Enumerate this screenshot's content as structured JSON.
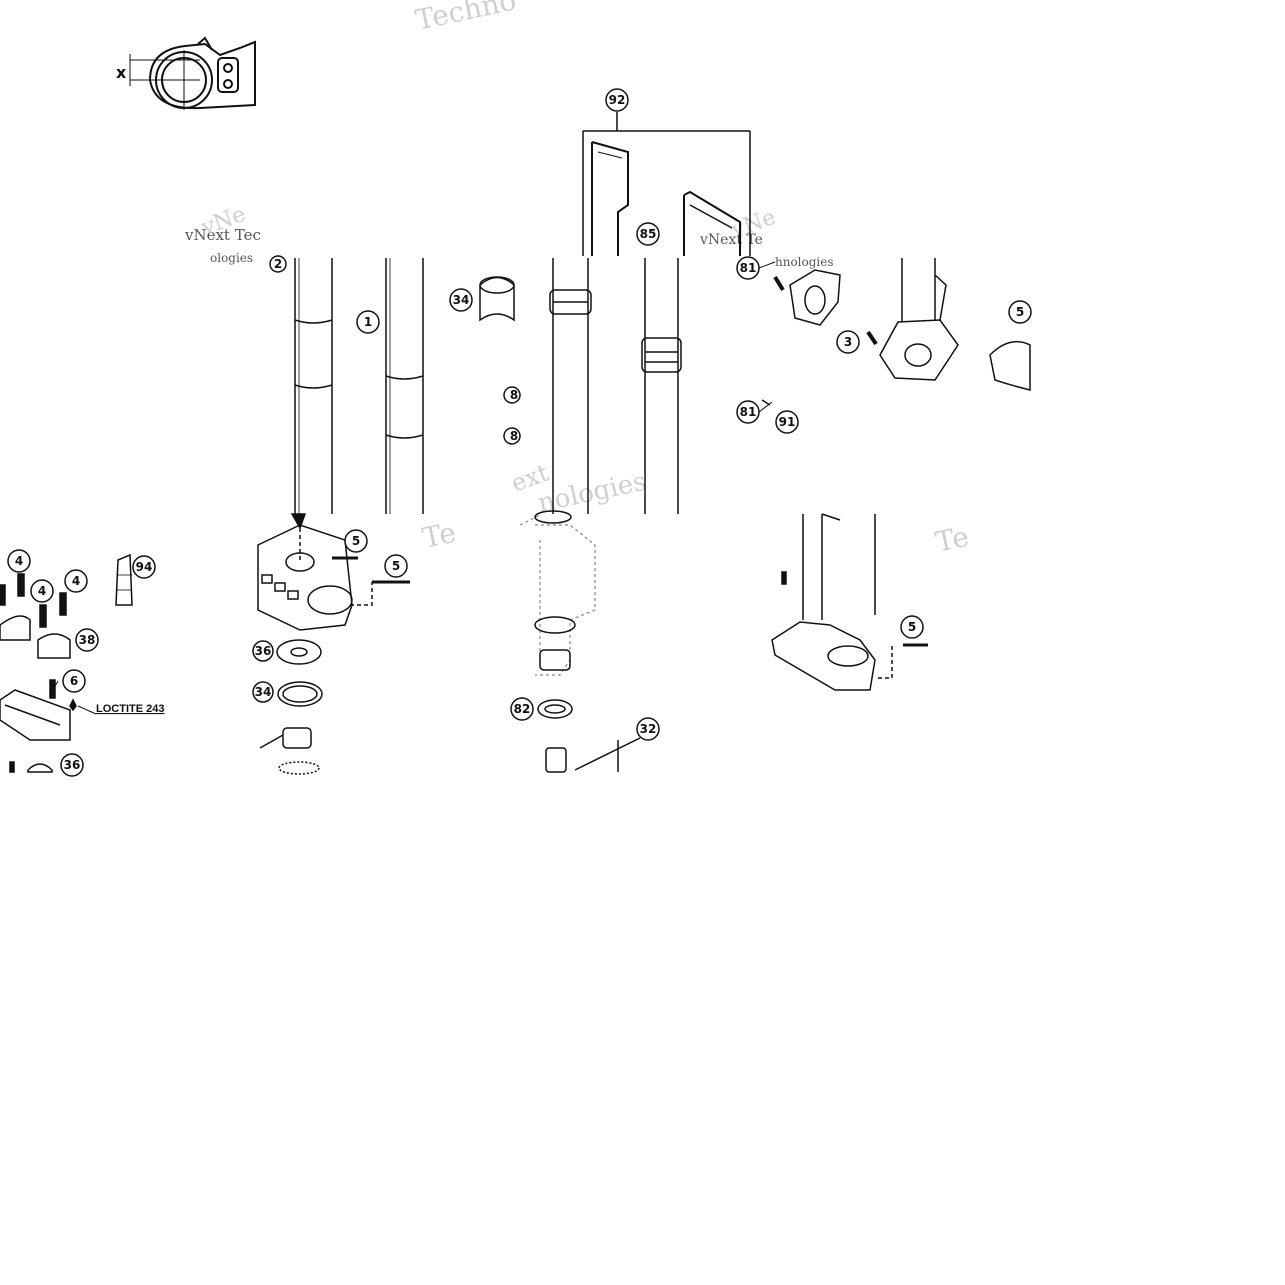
{
  "diagram": {
    "watermarks": [
      {
        "id": "wm-1",
        "text": "Techno"
      },
      {
        "id": "wm-2",
        "text": "vNext Tec"
      },
      {
        "id": "wm-3",
        "text": "vNe"
      },
      {
        "id": "wm-4",
        "text": "ologies"
      },
      {
        "id": "wm-5",
        "text": "vNe"
      },
      {
        "id": "wm-6",
        "text": "vNext Te"
      },
      {
        "id": "wm-7",
        "text": "hnologies"
      },
      {
        "id": "wm-8",
        "text": "ext"
      },
      {
        "id": "wm-9",
        "text": "nologies"
      },
      {
        "id": "wm-10",
        "text": "Te"
      },
      {
        "id": "wm-11",
        "text": "Te"
      }
    ],
    "callouts": [
      {
        "id": "c92",
        "label": "92"
      },
      {
        "id": "c85",
        "label": "85"
      },
      {
        "id": "c81a",
        "label": "81"
      },
      {
        "id": "c34a",
        "label": "34"
      },
      {
        "id": "c1",
        "label": "1"
      },
      {
        "id": "c3",
        "label": "3"
      },
      {
        "id": "c5a",
        "label": "5"
      },
      {
        "id": "c81b",
        "label": "81"
      },
      {
        "id": "c91",
        "label": "91"
      },
      {
        "id": "c8a",
        "label": "8"
      },
      {
        "id": "c8b",
        "label": "8"
      },
      {
        "id": "c4a",
        "label": "4"
      },
      {
        "id": "c4b",
        "label": "4"
      },
      {
        "id": "c4c",
        "label": "4"
      },
      {
        "id": "c94",
        "label": "94"
      },
      {
        "id": "c38",
        "label": "38"
      },
      {
        "id": "c6",
        "label": "6"
      },
      {
        "id": "c36a",
        "label": "36"
      },
      {
        "id": "c5b",
        "label": "5"
      },
      {
        "id": "c5c",
        "label": "5"
      },
      {
        "id": "c36b",
        "label": "36"
      },
      {
        "id": "c34b",
        "label": "34"
      },
      {
        "id": "c82",
        "label": "82"
      },
      {
        "id": "c32",
        "label": "32"
      },
      {
        "id": "c5d",
        "label": "5"
      },
      {
        "id": "c2",
        "label": "2"
      }
    ],
    "note_loctite": "LOCTITE 243",
    "dimension_x": "x"
  }
}
